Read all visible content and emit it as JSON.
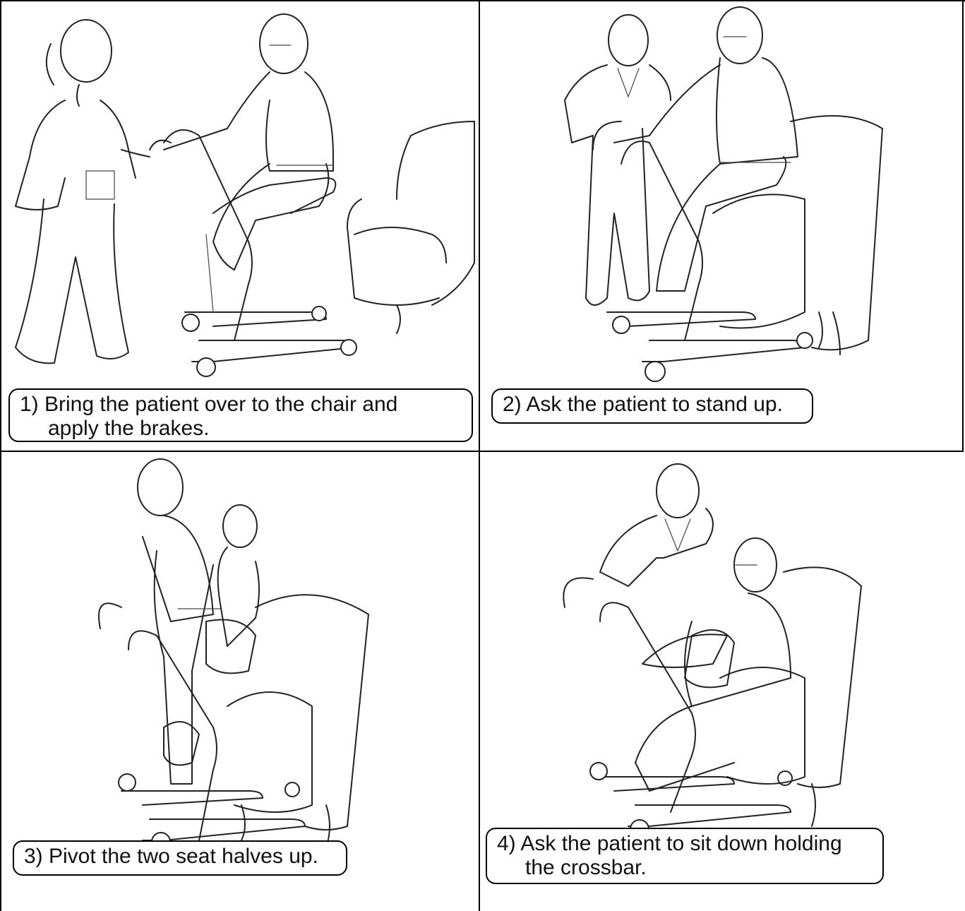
{
  "steps": [
    {
      "line1": "1) Bring the patient over to the chair and",
      "line2": "apply the brakes."
    },
    {
      "line1": "2) Ask the patient to stand up.",
      "line2": ""
    },
    {
      "line1": "3) Pivot the two seat halves up.",
      "line2": ""
    },
    {
      "line1": "4) Ask the patient to sit down holding",
      "line2": "the crossbar."
    }
  ]
}
